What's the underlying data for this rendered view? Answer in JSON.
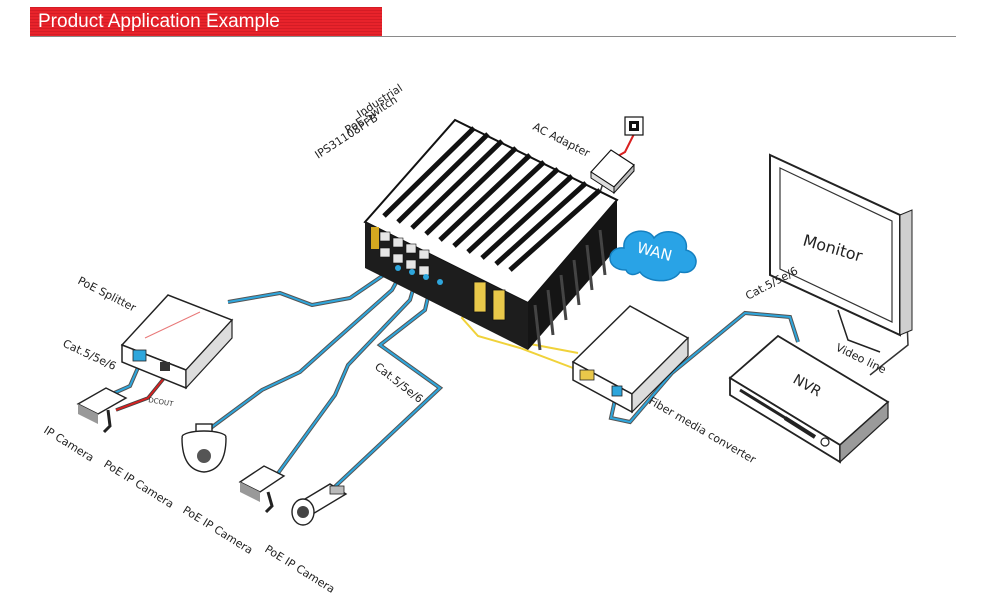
{
  "header": {
    "title": "Product Application Example"
  },
  "labels": {
    "switch_line1": "Industrial",
    "switch_line2": "PoE Switch",
    "switch_line3": "IPS31108PFB",
    "ac_adapter": "AC Adapter",
    "wan": "WAN",
    "monitor": "Monitor",
    "nvr": "NVR",
    "video_line": "Video line",
    "fiber_media_converter": "Fiber media converter",
    "poe_splitter": "PoE Splitter",
    "cat_left": "Cat.5/5e/6",
    "cat_center": "Cat.5/5e/6",
    "cat_right": "Cat.5/5e/6",
    "dcout": "DCOUT",
    "ip_camera": "IP Camera",
    "poe_ip_camera_1": "PoE IP Camera",
    "poe_ip_camera_2": "PoE IP Camera",
    "poe_ip_camera_3": "PoE IP Camera"
  },
  "colors": {
    "banner": "#e8232b",
    "cat_cable": "#2ea6dc",
    "power_cable": "#d92020",
    "fiber_cable": "#f0d23a",
    "wan_cloud": "#29a3e6"
  }
}
